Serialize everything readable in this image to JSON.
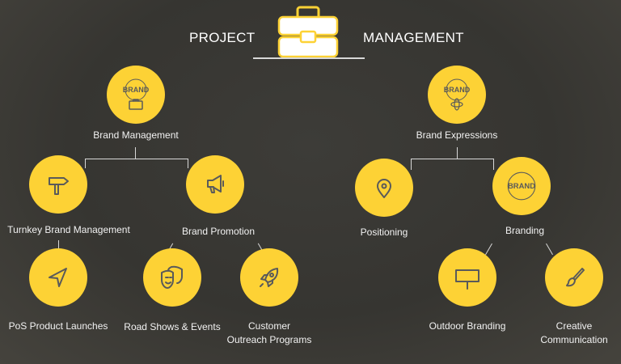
{
  "header": {
    "left": "PROJECT",
    "right": "MANAGEMENT",
    "icon": "briefcase-icon"
  },
  "nodes": {
    "brand_management": {
      "label": "Brand Management",
      "badge": "BRAND",
      "icon": "brand-badge-briefcase-icon"
    },
    "turnkey": {
      "label": "Turnkey Brand Management",
      "icon": "signpost-icon"
    },
    "brand_promotion": {
      "label": "Brand Promotion",
      "icon": "megaphone-icon"
    },
    "pos": {
      "label": "PoS Product Launches",
      "icon": "navigation-arrow-icon"
    },
    "road_shows": {
      "label": "Road Shows & Events",
      "icon": "theater-masks-icon"
    },
    "customer": {
      "label_line1": "Customer",
      "label_line2": "Outreach  Programs",
      "icon": "rocket-icon"
    },
    "brand_expressions": {
      "label": "Brand Expressions",
      "badge": "BRAND",
      "icon": "brand-badge-atom-icon"
    },
    "positioning": {
      "label": "Positioning",
      "icon": "map-pin-icon"
    },
    "branding": {
      "label": "Branding",
      "badge": "BRAND",
      "icon": "brand-badge-icon"
    },
    "outdoor": {
      "label": "Outdoor Branding",
      "icon": "billboard-icon"
    },
    "creative": {
      "label_line1": "Creative",
      "label_line2": "Communication",
      "icon": "paintbrush-icon"
    }
  },
  "colors": {
    "accent": "#fdd235",
    "background": "#383733"
  }
}
